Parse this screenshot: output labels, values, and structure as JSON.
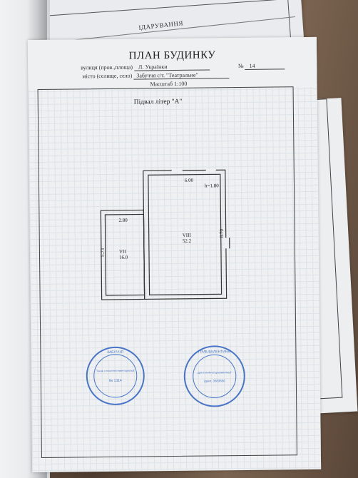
{
  "document": {
    "title": "ПЛАН БУДИНКУ",
    "street_label": "вулиця (пров.,площа)",
    "street_value": "Л. Українки",
    "number_label": "№",
    "number_value": "14",
    "city_label": "місто (селище, село)",
    "city_value": "Забуччя с/т. \"Театральне\"",
    "scale": "Масштаб 1:100",
    "section_caption": "Підвал літер \"А\""
  },
  "plan": {
    "room_big": {
      "number": "VIII",
      "area": "52.2"
    },
    "room_small": {
      "number": "VII",
      "area": "16.0"
    },
    "dim_top": "6.00",
    "dim_height": "h=1.80",
    "dim_right": "8.70",
    "dim_small_top": "2.80",
    "dim_small_left": "5.73"
  },
  "background": {
    "under_sheet_title": "ІДАРУВАННЯ"
  },
  "stamps": [
    {
      "ring_text": "ЗАБУЧЧЯ",
      "center": "Технік з технічної інвентаризації",
      "id": "№ 1314"
    },
    {
      "ring_text": "ГРИБ ВАЛЕНТИНА",
      "center": "Для технічної документації",
      "id": "ідент. 3583850"
    }
  ]
}
